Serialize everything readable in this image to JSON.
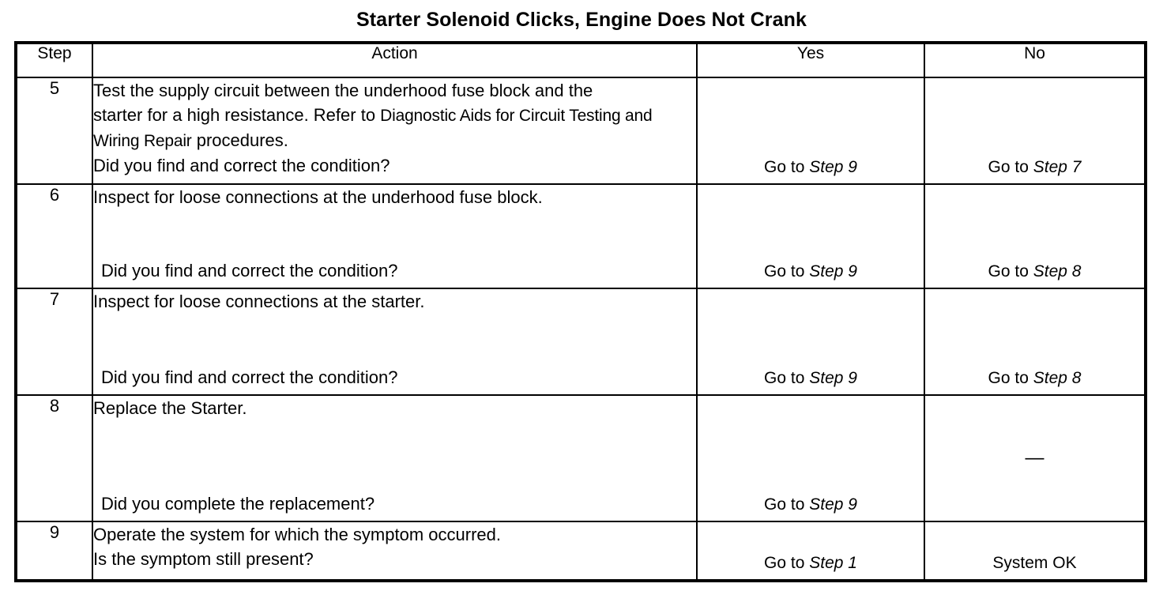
{
  "document": {
    "title": "Starter Solenoid Clicks, Engine Does Not Crank"
  },
  "table": {
    "columns": [
      {
        "key": "step",
        "label": "Step"
      },
      {
        "key": "action",
        "label": "Action"
      },
      {
        "key": "yes",
        "label": "Yes"
      },
      {
        "key": "no",
        "label": "No"
      }
    ],
    "rows": [
      {
        "step": "5",
        "action_lines": [
          "Test the supply circuit between the underhood fuse block and the",
          "starter for a high resistance. Refer to "
        ],
        "action_xref": "Diagnostic Aids for Circuit Testing and Wiring Repair",
        "action_tail": " procedures.",
        "question": "Did you find and correct the condition?",
        "yes_prefix": "Go to ",
        "yes_step": "Step 9",
        "no_prefix": "Go to ",
        "no_step": "Step 7"
      },
      {
        "step": "6",
        "action_lines": [
          "Inspect for loose connections at the underhood fuse block."
        ],
        "question": "Did you find and correct the condition?",
        "yes_prefix": "Go to ",
        "yes_step": "Step 9",
        "no_prefix": "Go to ",
        "no_step": "Step 8"
      },
      {
        "step": "7",
        "action_lines": [
          "Inspect for loose connections at the starter."
        ],
        "question": "Did you find and correct the condition?",
        "yes_prefix": "Go to ",
        "yes_step": "Step 9",
        "no_prefix": "Go to ",
        "no_step": "Step 8"
      },
      {
        "step": "8",
        "action_lines": [
          "Replace the Starter."
        ],
        "question": "Did you complete the replacement?",
        "yes_prefix": "Go to ",
        "yes_step": "Step 9",
        "no_dash": "—"
      },
      {
        "step": "9",
        "action_lines": [
          "Operate the system for which the symptom occurred."
        ],
        "question": "Is the symptom still present?",
        "yes_prefix": "Go to ",
        "yes_step": "Step 1",
        "no_text": "System OK"
      }
    ]
  },
  "colors": {
    "ink": "#000000",
    "paper": "#ffffff"
  }
}
